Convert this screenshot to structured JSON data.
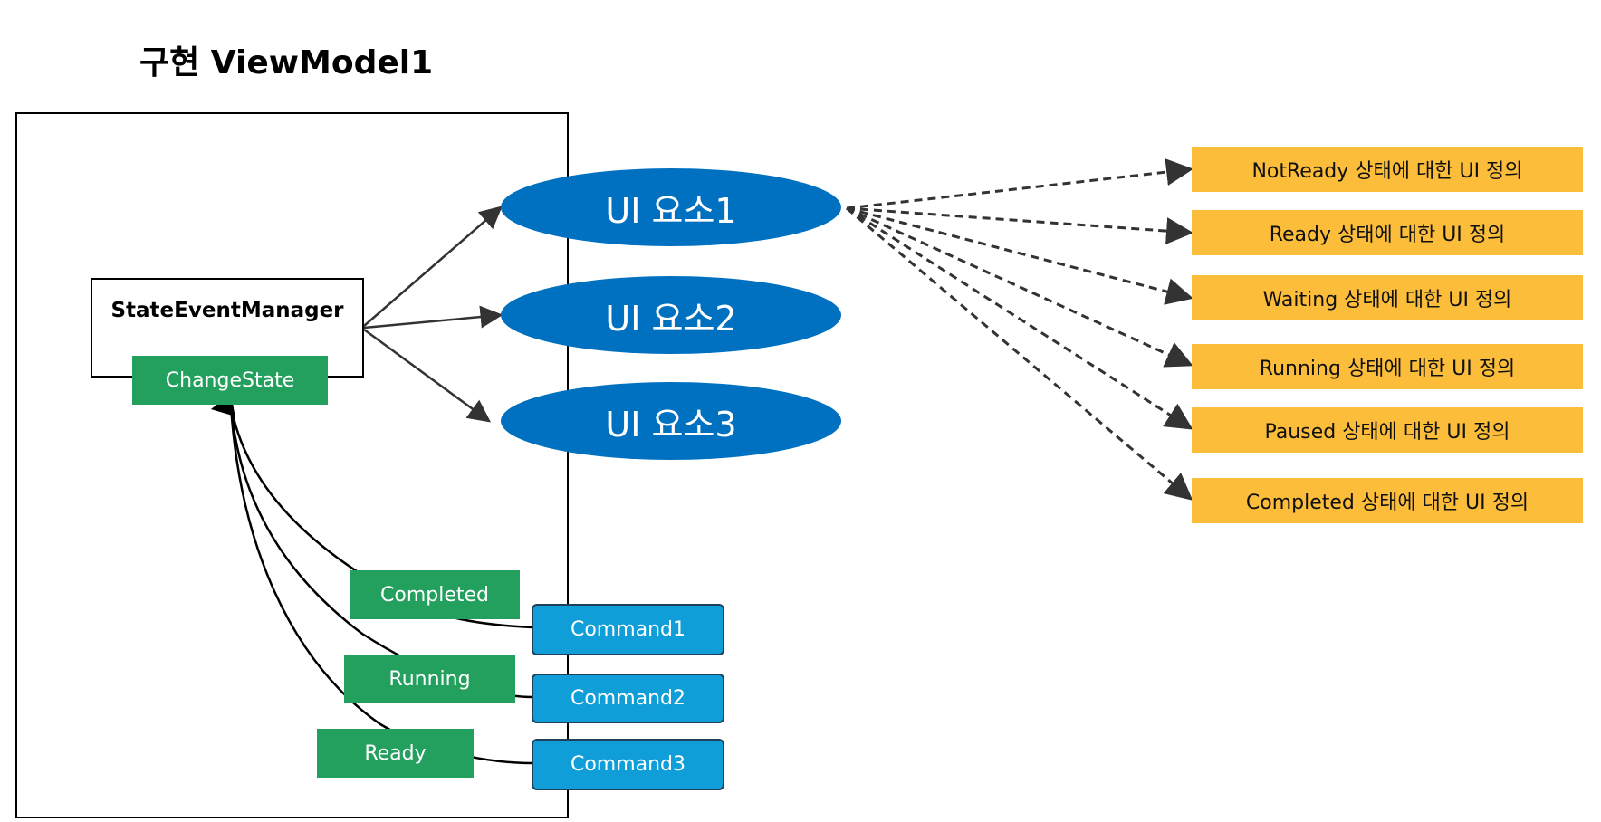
{
  "title": "구현 ViewModel1",
  "manager": {
    "label": "StateEventManager",
    "method": "ChangeState"
  },
  "ui_elements": [
    "UI 요소1",
    "UI 요소2",
    "UI 요소3"
  ],
  "ui_definitions": [
    "NotReady 상태에 대한  UI 정의",
    "Ready 상태에 대한  UI 정의",
    "Waiting 상태에 대한  UI 정의",
    "Running 상태에 대한  UI 정의",
    "Paused 상태에 대한  UI 정의",
    "Completed 상태에 대한  UI 정의"
  ],
  "states": [
    "Completed",
    "Running",
    "Ready"
  ],
  "commands": [
    "Command1",
    "Command2",
    "Command3"
  ],
  "colors": {
    "state_green": "#23a05e",
    "command_blue": "#109ed8",
    "ui_element_blue": "#0070c0",
    "definition_orange": "#fbbd3a"
  }
}
